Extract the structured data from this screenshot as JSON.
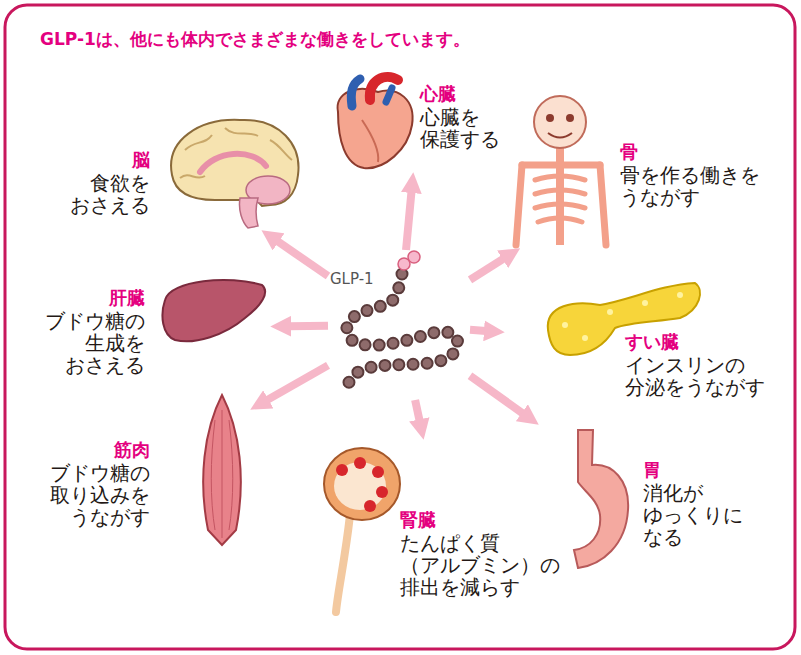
{
  "diagram": {
    "title": "GLP-1は、他にも体内でさまざまな働きをしています。",
    "nodes": [
      {
        "text": [
          "GLP-1"
        ]
      },
      {
        "text": [
          "脳",
          "食欲を おさえる"
        ]
      },
      {
        "text": [
          "心臓",
          "心臓を 保護する"
        ]
      },
      {
        "text": [
          "骨",
          "骨を作る働きを うながす"
        ]
      },
      {
        "text": [
          "肝臓",
          "ブドウ糖の 生成を おさえる"
        ]
      },
      {
        "text": [
          "すい臓",
          "インスリンの 分泌をうながす"
        ]
      },
      {
        "text": [
          "筋肉",
          "ブドウ糖の 取り込みを うながす"
        ]
      },
      {
        "text": [
          "腎臓",
          "たんぱく質 （アルブミン）の 排出を減らす"
        ]
      },
      {
        "text": [
          "胃",
          "消化が ゆっくりに なる"
        ]
      }
    ],
    "edges": [
      {
        "from": 0,
        "to": 1,
        "arrow": "to"
      },
      {
        "from": 0,
        "to": 2,
        "arrow": "to"
      },
      {
        "from": 0,
        "to": 3,
        "arrow": "to"
      },
      {
        "from": 0,
        "to": 4,
        "arrow": "to"
      },
      {
        "from": 0,
        "to": 5,
        "arrow": "to"
      },
      {
        "from": 0,
        "to": 6,
        "arrow": "to"
      },
      {
        "from": 0,
        "to": 7,
        "arrow": "to"
      },
      {
        "from": 0,
        "to": 8,
        "arrow": "to"
      }
    ]
  }
}
